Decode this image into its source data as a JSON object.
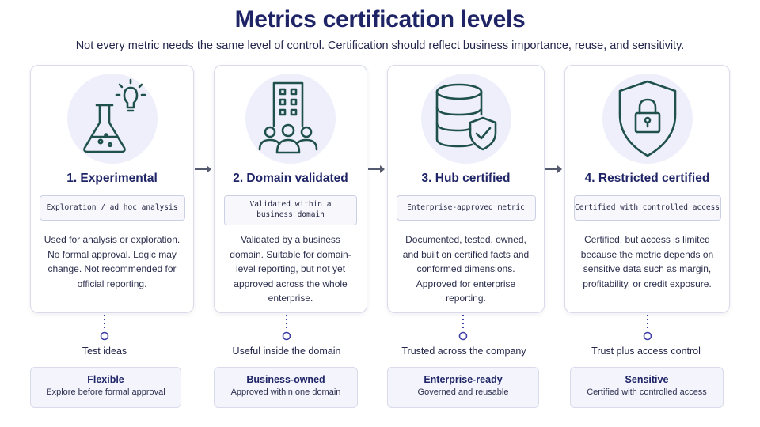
{
  "header": {
    "title": "Metrics certification levels",
    "subtitle": "Not every metric needs the same level of control. Certification should reflect business importance, reuse, and sensitivity."
  },
  "levels": [
    {
      "title": "1. Experimental",
      "icon": "flask-lightbulb-icon",
      "tag": "Exploration / ad hoc analysis",
      "description": "Used for analysis or exploration. No formal approval. Logic may change. Not recommended for official reporting.",
      "trust": "Test ideas",
      "badge_title": "Flexible",
      "badge_subtitle": "Explore before formal approval"
    },
    {
      "title": "2. Domain validated",
      "icon": "building-team-icon",
      "tag": "Validated within a business domain",
      "description": "Validated by a business domain. Suitable for domain-level reporting, but not yet approved across the whole enterprise.",
      "trust": "Useful inside the domain",
      "badge_title": "Business-owned",
      "badge_subtitle": "Approved within one domain"
    },
    {
      "title": "3. Hub certified",
      "icon": "database-shield-icon",
      "tag": "Enterprise-approved metric",
      "description": "Documented, tested, owned, and built on certified facts and conformed dimensions. Approved for enterprise reporting.",
      "trust": "Trusted across the company",
      "badge_title": "Enterprise-ready",
      "badge_subtitle": "Governed and reusable"
    },
    {
      "title": "4. Restricted certified",
      "icon": "shield-lock-icon",
      "tag": "Certified with controlled access",
      "description": "Certified, but access is limited because the metric depends on sensitive data such as margin, profitability, or credit exposure.",
      "trust": "Trust plus access control",
      "badge_title": "Sensitive",
      "badge_subtitle": "Certified with controlled access"
    }
  ],
  "colors": {
    "accent": "#1e2466",
    "icon_stroke": "#1f5049",
    "icon_bg": "#eeeffb",
    "connector": "#3d3fa8",
    "arrow": "#555a6e"
  }
}
